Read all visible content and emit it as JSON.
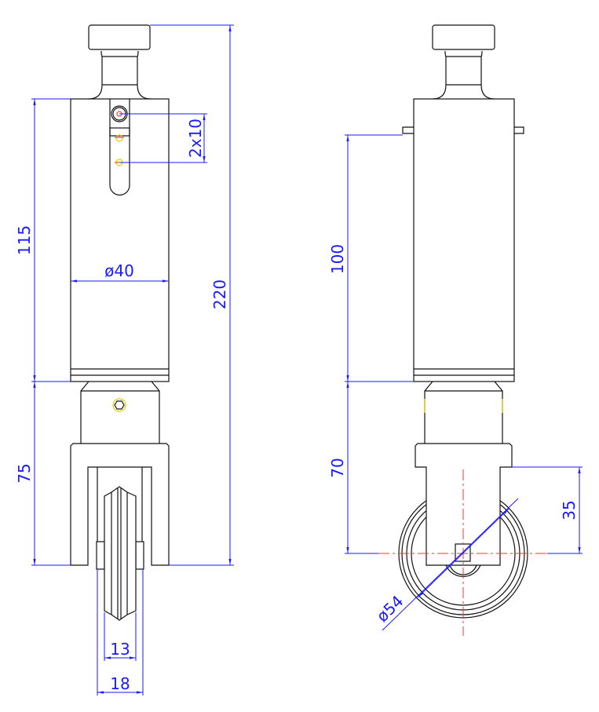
{
  "drawing": {
    "front_view": {
      "dimensions": {
        "overall_height": "220",
        "body_height": "115",
        "lower_height": "75",
        "hole_spacing": "2x10",
        "body_diameter": "ø40",
        "wheel_width": "13",
        "axle_width": "18"
      }
    },
    "side_view": {
      "dimensions": {
        "body_height": "100",
        "lower_height": "70",
        "axle_offset": "35",
        "wheel_diameter": "ø54"
      }
    },
    "colors": {
      "dimension": "#1a1aff",
      "centerline": "#ff3030",
      "outline": "#111111",
      "highlight": "#e0d000"
    }
  }
}
